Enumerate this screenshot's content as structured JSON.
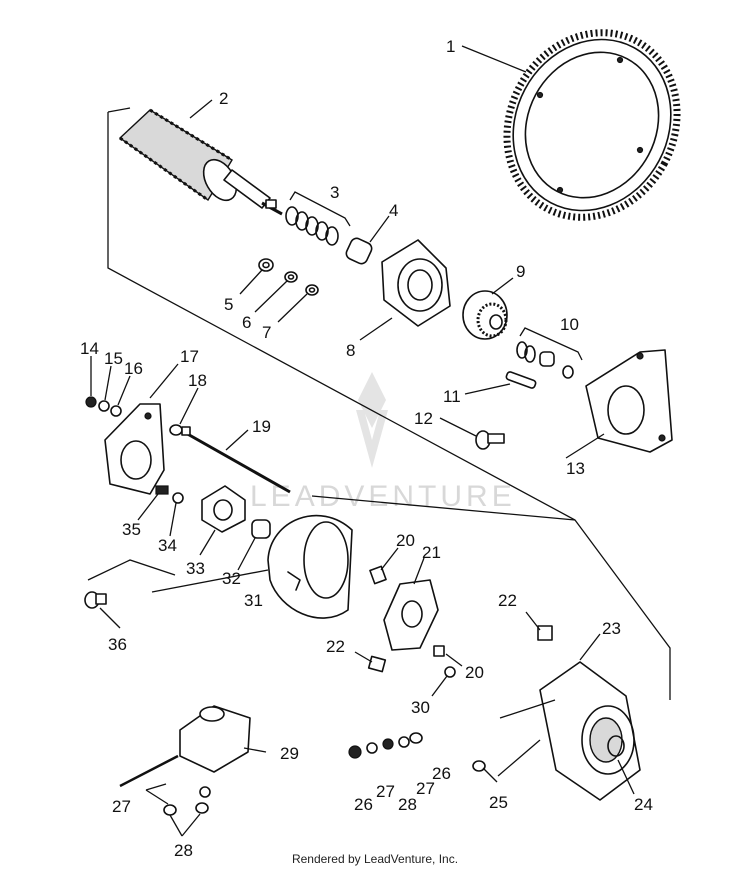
{
  "watermark": {
    "text": "LEADVENTURE"
  },
  "footer": {
    "credit": "Rendered by LeadVenture, Inc."
  },
  "callouts": {
    "c1": "1",
    "c2": "2",
    "c3": "3",
    "c4": "4",
    "c5": "5",
    "c6": "6",
    "c7": "7",
    "c8": "8",
    "c9": "9",
    "c10": "10",
    "c11": "11",
    "c12": "12",
    "c13": "13",
    "c14": "14",
    "c15": "15",
    "c16": "16",
    "c17": "17",
    "c18": "18",
    "c19": "19",
    "c20a": "20",
    "c20b": "20",
    "c21": "21",
    "c22a": "22",
    "c22b": "22",
    "c23": "23",
    "c24": "24",
    "c25": "25",
    "c26a": "26",
    "c26b": "26",
    "c27a": "27",
    "c27b": "27",
    "c27c": "27",
    "c28a": "28",
    "c28b": "28",
    "c29": "29",
    "c30": "30",
    "c31": "31",
    "c32": "32",
    "c33": "33",
    "c34": "34",
    "c35": "35",
    "c36": "36"
  }
}
